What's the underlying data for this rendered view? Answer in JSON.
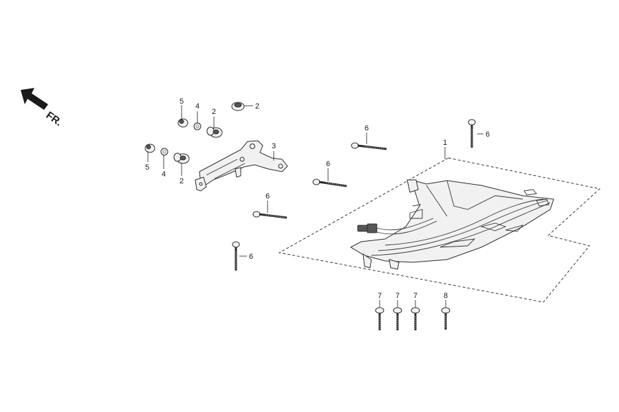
{
  "direction_label": "FR.",
  "callouts": {
    "c1": "1",
    "c2a": "2",
    "c2b": "2",
    "c2c": "2",
    "c3": "3",
    "c4a": "4",
    "c4b": "4",
    "c5a": "5",
    "c5b": "5",
    "c6a": "6",
    "c6b": "6",
    "c6c": "6",
    "c6d": "6",
    "c6e": "6",
    "c7a": "7",
    "c7b": "7",
    "c7c": "7",
    "c8": "8"
  }
}
